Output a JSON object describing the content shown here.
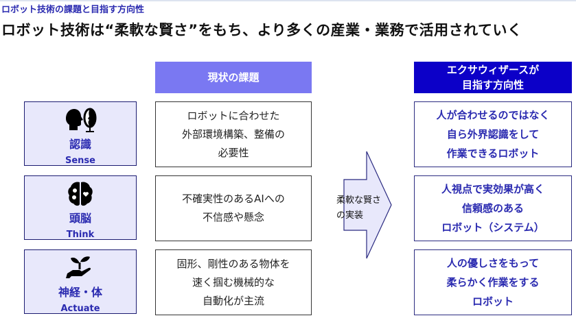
{
  "subtitle": "ロボット技術の課題と目指す方向性",
  "title": "ロボット技術は“柔軟な賢さ”をもち、より多くの産業・業務で活用されていく",
  "left": [
    {
      "jp": "認識",
      "en": "Sense",
      "icon": "head-mirror-icon"
    },
    {
      "jp": "頭脳",
      "en": "Think",
      "icon": "brain-icon"
    },
    {
      "jp": "神経・体",
      "en": "Actuate",
      "icon": "hand-plant-icon"
    }
  ],
  "middle": {
    "header": "現状の課題",
    "items": [
      [
        "ロボットに合わせた",
        "外部環境構築、整備の",
        "必要性"
      ],
      [
        "不確実性のあるAIへの",
        "不信感や懸念"
      ],
      [
        "固形、剛性のある物体を",
        "速く掴む機械的な",
        "自動化が主流"
      ]
    ]
  },
  "arrow": [
    "柔軟な賢さ",
    "の実装"
  ],
  "right": {
    "header": [
      "エクサウィザースが",
      "目指す方向性"
    ],
    "items": [
      [
        "人が合わせるのではなく",
        "自ら外界認識をして",
        "作業できるロボット"
      ],
      [
        "人視点で実効果が高く",
        "信頼感のある",
        "ロボット（システム）"
      ],
      [
        "人の優しさをもって",
        "柔らかく作業をする",
        "ロボット"
      ]
    ]
  }
}
